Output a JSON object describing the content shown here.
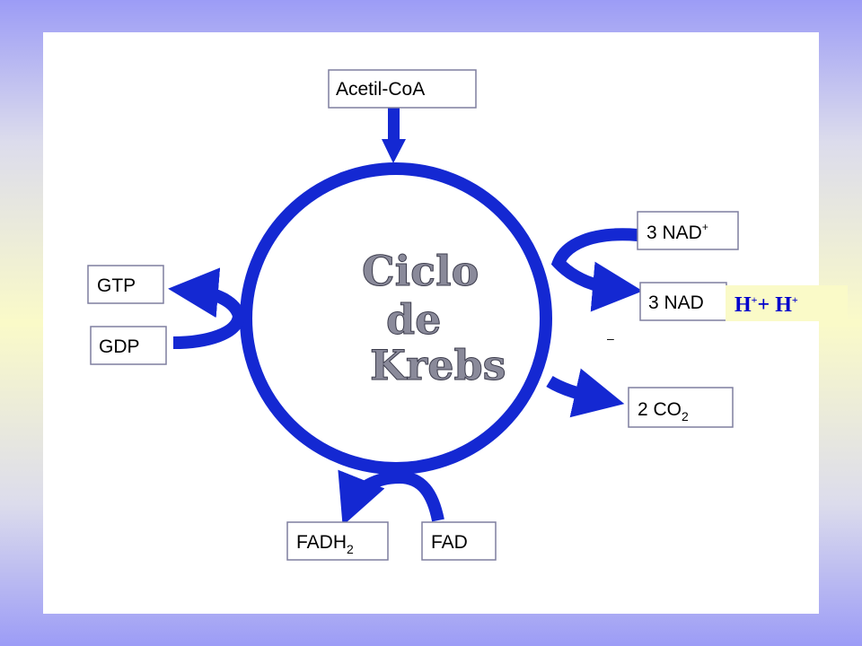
{
  "title": {
    "line1": "Ciclo",
    "line2": "de",
    "line3": "Krebs"
  },
  "input": {
    "label": "Acetil-CoA"
  },
  "nad": {
    "in_label": "3 NAD",
    "in_sup": "+",
    "out_label": "3 NAD",
    "h_label": "H",
    "h_sup": "+",
    "h_plus": "+ H",
    "h_sup2": "+",
    "dash": "–"
  },
  "co2": {
    "label": "2 CO",
    "sub": "2"
  },
  "gtp": {
    "label": "GTP"
  },
  "gdp": {
    "label": "GDP"
  },
  "fad": {
    "label": "FAD"
  },
  "fadh2": {
    "label": "FADH",
    "sub": "2"
  },
  "colors": {
    "arrow": "#1428d2",
    "box_border": "#7f7f9f",
    "title_fill": "#8a8a9a",
    "h_text": "#0000cc"
  }
}
